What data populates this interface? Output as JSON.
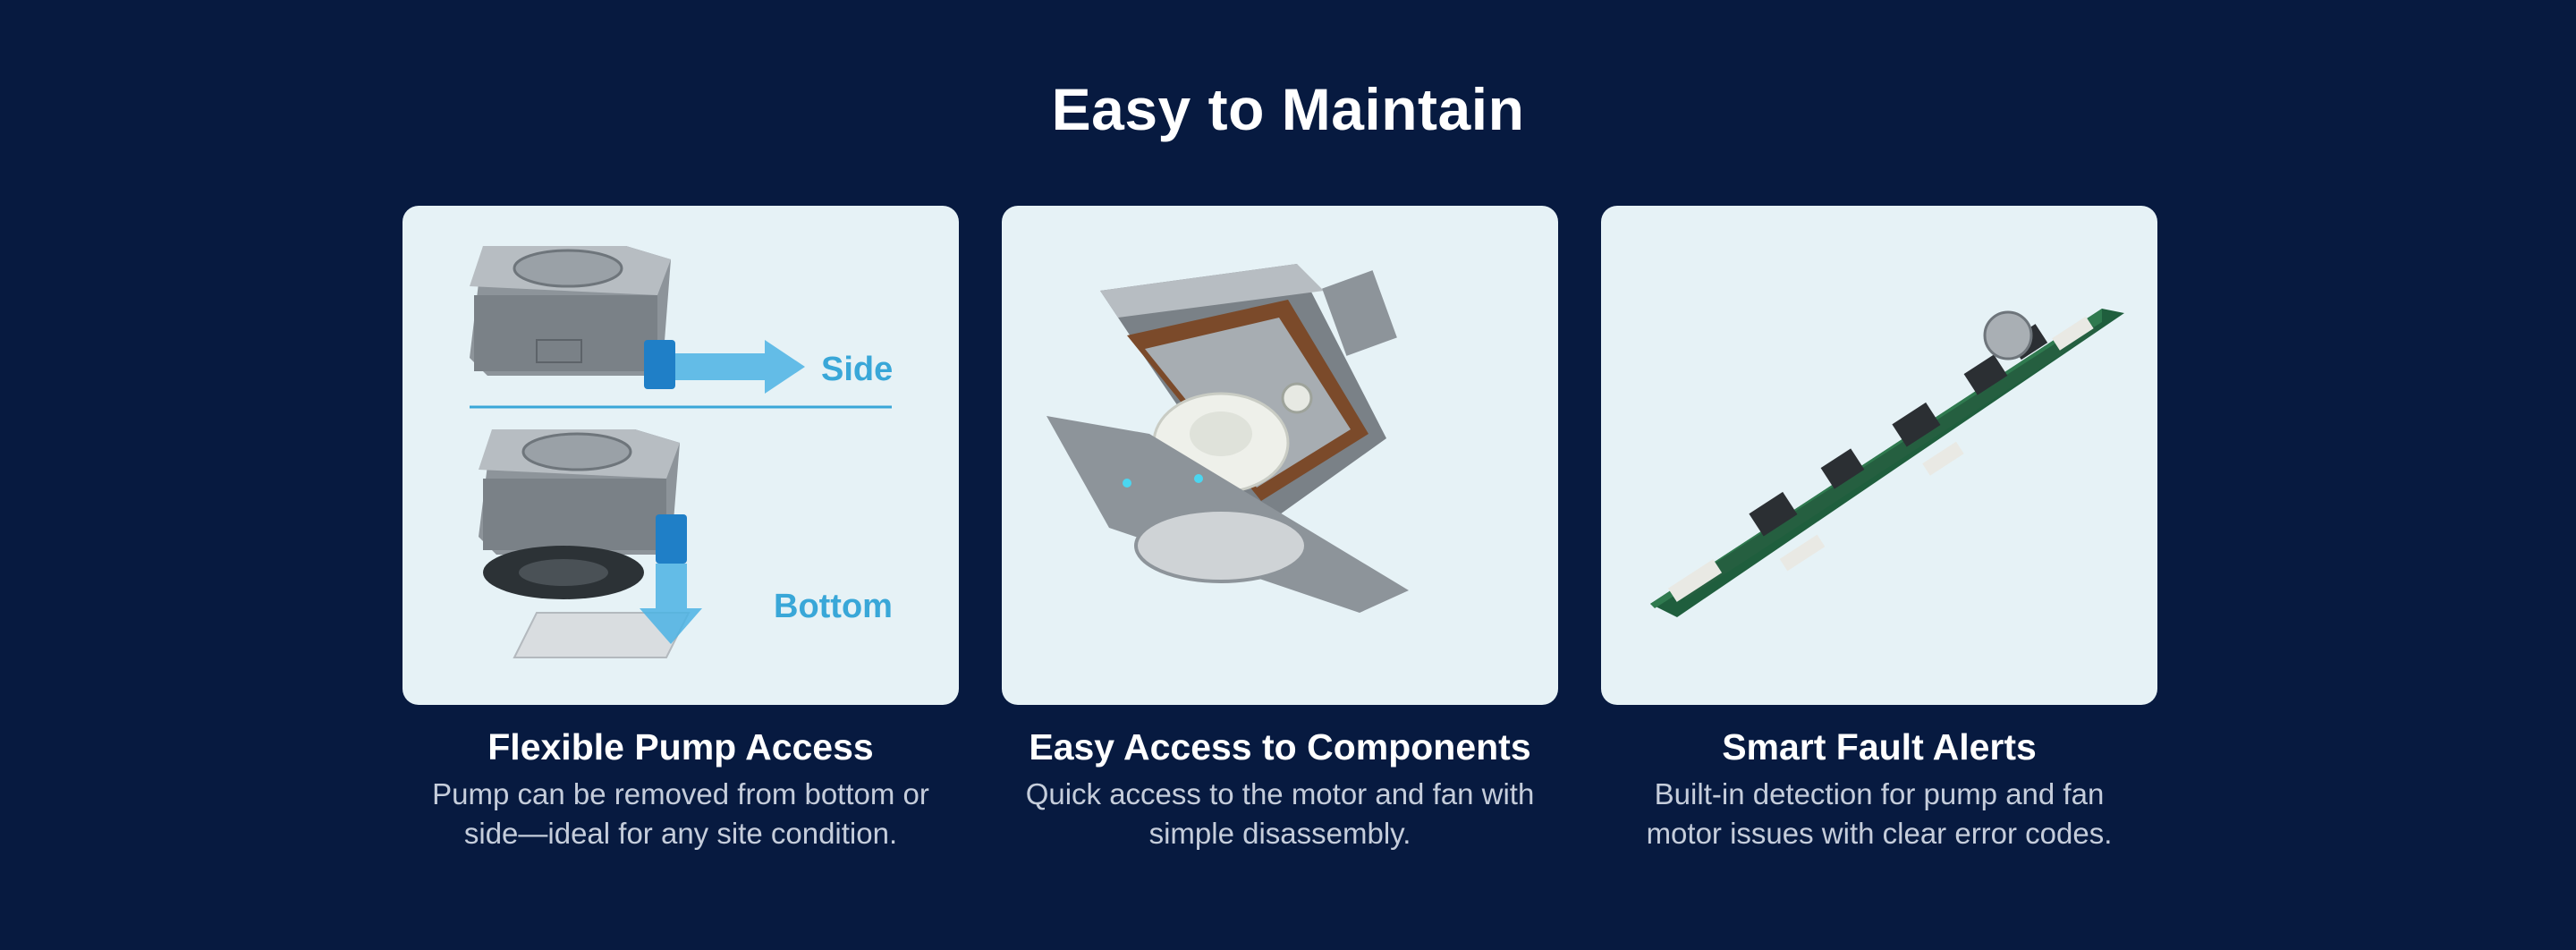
{
  "page": {
    "title": "Easy to Maintain"
  },
  "cards": [
    {
      "image_labels": {
        "side": "Side",
        "bottom": "Bottom"
      },
      "heading": "Flexible Pump Access",
      "desc_line1": "Pump can be removed from bottom or",
      "desc_line2": "side—ideal for any site condition."
    },
    {
      "heading": "Easy Access to Components",
      "desc_line1": "Quick access to the motor and fan with",
      "desc_line2": "simple disassembly."
    },
    {
      "heading": "Smart Fault Alerts",
      "desc_line1": "Built-in detection for pump and fan",
      "desc_line2": "motor issues with clear error codes."
    }
  ],
  "colors": {
    "background": "#071a40",
    "card": "#e6f2f6",
    "accent": "#39a7d8"
  }
}
